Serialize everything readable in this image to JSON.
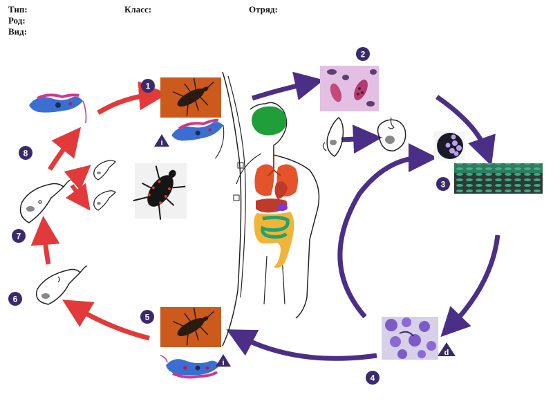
{
  "header": {
    "type_label": "Тип:",
    "class_label": "Класс:",
    "order_label": "Отряд:",
    "genus_label": "Род:",
    "species_label": "Вид:"
  },
  "steps": [
    "1",
    "2",
    "3",
    "4",
    "5",
    "6",
    "7",
    "8"
  ],
  "stage_markers": {
    "infective_top": "i",
    "infective_bottom": "i",
    "diagnostic": "d"
  },
  "colors": {
    "step_badge": "#3b2a6b",
    "bug_cycle_arrow": "#e23a3a",
    "human_cycle_arrow": "#4b2f86",
    "bug_photo_bg": "#d9641f",
    "trypanosome_body": "#3a6fd1",
    "trypanosome_membrane": "#d0388a",
    "brain": "#1f9e3a",
    "lungs": "#e4532a",
    "liver": "#c0392b",
    "intestine_outer": "#f0b43a",
    "intestine_inner": "#25a26a",
    "blood_smear_bg": "#e3bfe3",
    "tissue_green": "#35b98a",
    "tissue_purple": "#7b5cc7"
  },
  "icons": [
    "triatomine-bug",
    "trypomastigote",
    "epimastigote",
    "amastigote",
    "human-body",
    "muscle-tissue",
    "blood-smear"
  ]
}
